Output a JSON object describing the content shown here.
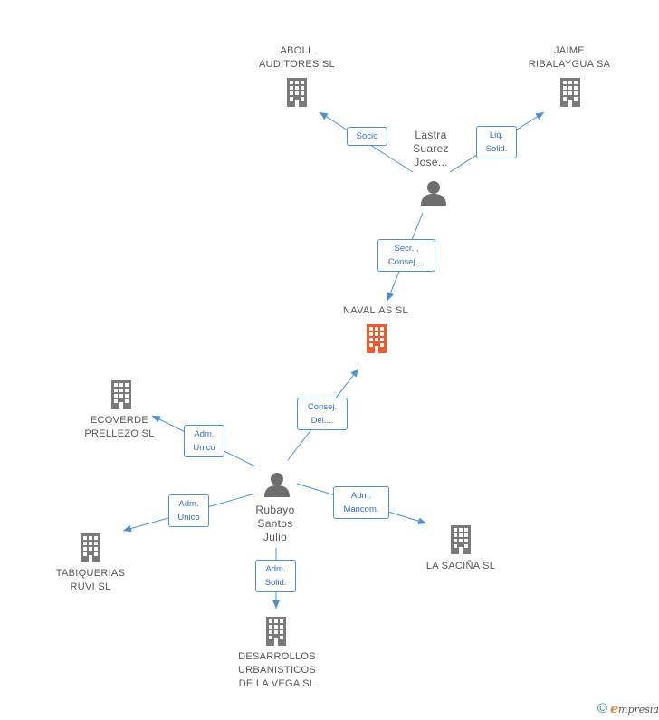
{
  "colors": {
    "edge": "#4a90d9",
    "company_icon": "#7a7a7a",
    "focus_company_icon": "#f05a28",
    "person_icon": "#6e6e6e"
  },
  "nodes": {
    "aboll": "ABOLL\nAUDITORES SL",
    "jaime": "JAIME\nRIBALAYGUA SA",
    "lastra": "Lastra\nSuarez\nJose...",
    "navalias": "NAVALIAS SL",
    "ecoverde": "ECOVERDE\nPRELLEZO SL",
    "rubayo": "Rubayo\nSantos\nJulio",
    "tabiquerias": "TABIQUERIAS\nRUVI SL",
    "lasacina": "LA SACIÑA SL",
    "desarrollos": "DESARROLLOS\nURBANISTICOS\nDE LA VEGA SL"
  },
  "edges": {
    "socio": "Socio",
    "liq": "Liq.\nSolid.",
    "secr": "Secr. ,\nConsej....",
    "consej": "Consej.\nDel....",
    "adm_unico_eco": "Adm.\nUnico",
    "adm_unico_tab": "Adm.\nUnico",
    "adm_mancom": "Adm.\nMancom.",
    "adm_solid": "Adm.\nSolid."
  },
  "footer": {
    "copyright": "©",
    "brand_initial": "e",
    "brand_rest": "mpresia"
  }
}
